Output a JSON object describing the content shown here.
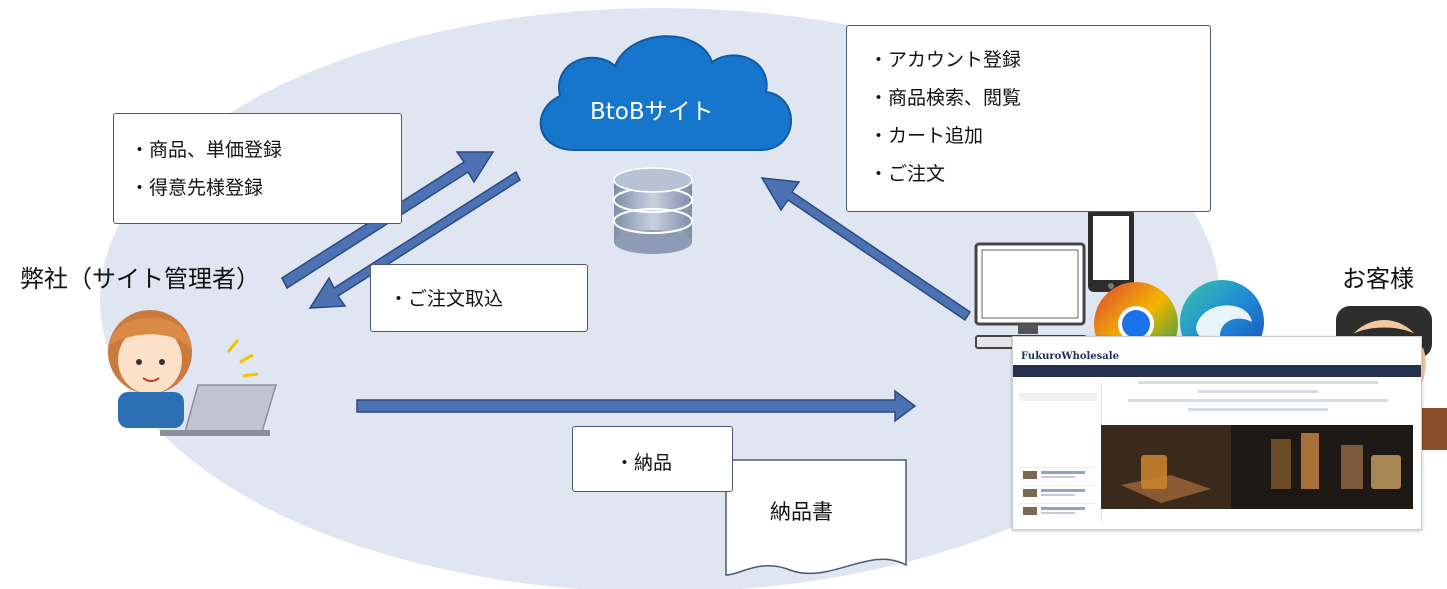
{
  "cloud": {
    "label": "BtoBサイト"
  },
  "admin_tasks": {
    "items": [
      "・商品、単価登録",
      "・得意先様登録"
    ]
  },
  "customer_tasks": {
    "items": [
      "・アカウント登録",
      "・商品検索、閲覧",
      "・カート追加",
      "・ご注文"
    ]
  },
  "order_import": {
    "label": "・ご注文取込"
  },
  "delivery": {
    "label": "・納品"
  },
  "delivery_note": {
    "label": "納品書"
  },
  "company": {
    "label": "弊社（サイト管理者）"
  },
  "customer": {
    "label": "お客様"
  },
  "website_logo": {
    "text": "FukuroWholesale"
  },
  "colors": {
    "ellipse": "#dfe6f1",
    "cloud": "#1576cb",
    "arrow": "#4d72b4",
    "arrow_edge": "#2b4a80",
    "box_border": "#4a5a74"
  }
}
